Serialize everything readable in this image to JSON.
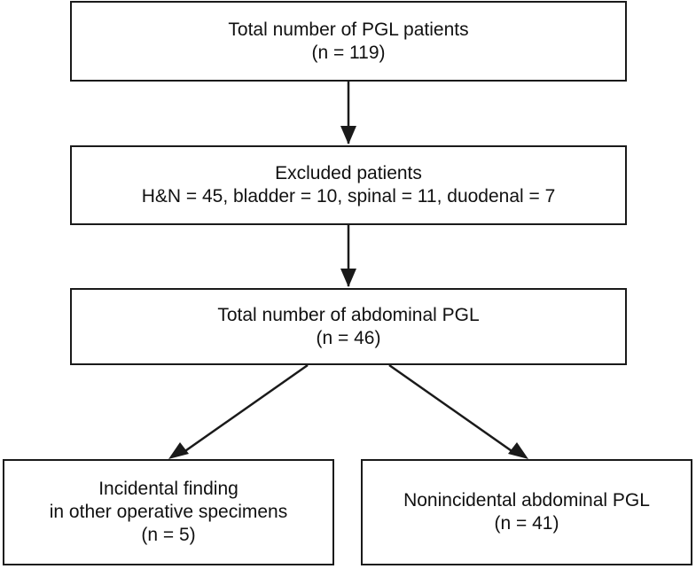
{
  "boxes": {
    "total": {
      "line1": "Total number of PGL patients",
      "line2": "(n = 119)"
    },
    "excluded": {
      "line1": "Excluded patients",
      "line2": "H&N = 45, bladder = 10, spinal = 11, duodenal = 7"
    },
    "abdominal": {
      "line1": "Total number of abdominal PGL",
      "line2": "(n = 46)"
    },
    "incidental": {
      "line1": "Incidental finding",
      "line2": "in other operative specimens",
      "line3": "(n = 5)"
    },
    "nonincidental": {
      "line1": "Nonincidental abdominal PGL",
      "line2": "(n = 41)"
    }
  },
  "colors": {
    "stroke": "#1a1a1a",
    "background": "#ffffff"
  }
}
